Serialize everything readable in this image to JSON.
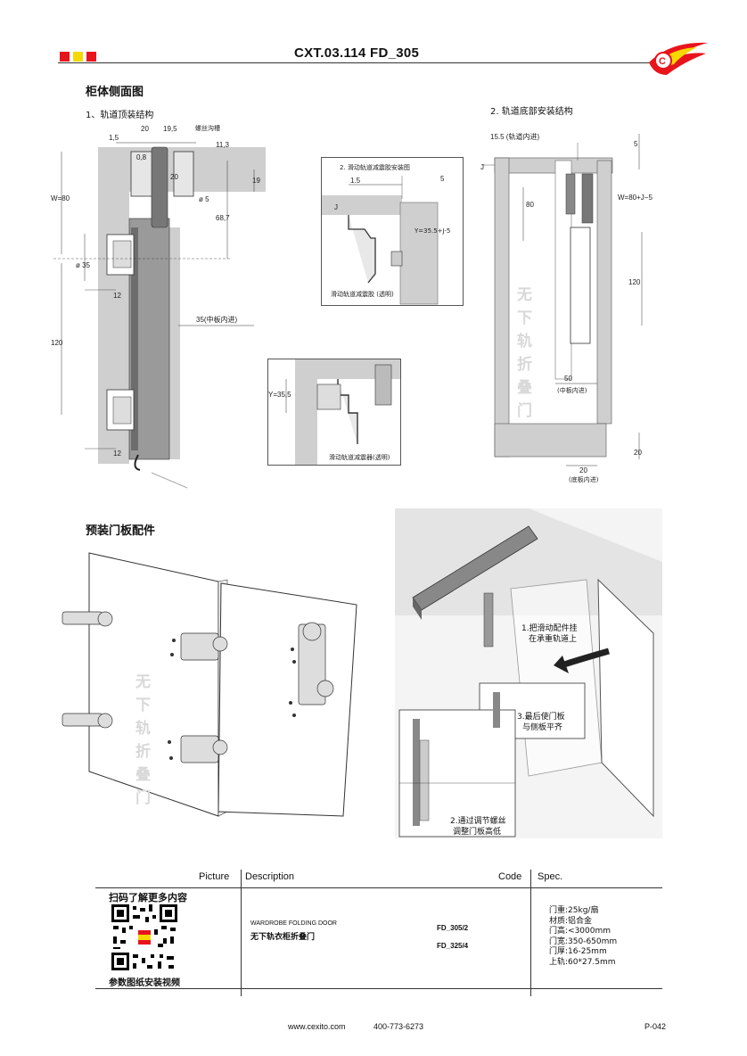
{
  "header": {
    "title": "CXT.03.114 FD_305",
    "colors": [
      "#e8141c",
      "#f5d800",
      "#e8141c"
    ],
    "logo_letter": "C"
  },
  "section1": {
    "title": "柜体侧面图",
    "sub1": "1、轨道顶装结构",
    "sub2": "2. 轨道底部安装结构",
    "dims_left": {
      "d1_5": "1,5",
      "d20": "20",
      "d19_5": "19,5",
      "screw": "螺丝沟槽",
      "d11_3": "11,3",
      "d0_8": "0,8",
      "d20b": "20",
      "d19": "19",
      "d5": "ø 5",
      "d68_7": "68,7",
      "w80": "W=80",
      "d35": "ø 35",
      "d12a": "12",
      "d120": "120",
      "d35mid": "35(中板内进)",
      "d12b": "12"
    },
    "inset1": {
      "title": "2. 滑动轨道减震胶安装图",
      "d1_5": "1.5",
      "d5": "5",
      "j": "J",
      "y": "Y=35.5+J-5",
      "caption": "滑动轨道减震胶 (透明)"
    },
    "inset2": {
      "y": "Y=35,5",
      "caption": "滑动轨道减震器(透明)"
    },
    "dims_right": {
      "d15_5": "15.5 (轨道内进)",
      "d5": "5",
      "j": "J",
      "d80": "80",
      "w": "W=80+J−5",
      "d120": "120",
      "d50": "50",
      "mid": "(中板内进)",
      "d20a": "20",
      "d20b": "20",
      "bottom": "(底板内进)"
    },
    "watermark": "无下轨折叠门"
  },
  "section2": {
    "title": "预装门板配件",
    "callout1a": "1.把滑动配件挂",
    "callout1b": "在承重轨道上",
    "callout3a": "3.最后使门板",
    "callout3b": "与侧板平齐",
    "callout2a": "2.通过调节螺丝",
    "callout2b": "调整门板高低",
    "watermark": "无下轨折叠门"
  },
  "table": {
    "headers": {
      "picture": "Picture",
      "description": "Description",
      "code": "Code",
      "spec": "Spec."
    },
    "qr_top": "扫码了解更多内容",
    "qr_bottom": "参数图纸安装视频",
    "desc_en": "WARDROBE FOLDING DOOR",
    "desc_cn": "无下轨衣柜折叠门",
    "codes": [
      "FD_305/2",
      "FD_325/4"
    ],
    "spec": [
      "门重:25kg/扇",
      "材质:铝合金",
      "门高:<3000mm",
      "门宽:350-650mm",
      "门厚:16-25mm",
      "上轨:60*27.5mm"
    ]
  },
  "footer": {
    "website": "www.cexito.com",
    "phone": "400-773-6273",
    "page": "P-042"
  }
}
